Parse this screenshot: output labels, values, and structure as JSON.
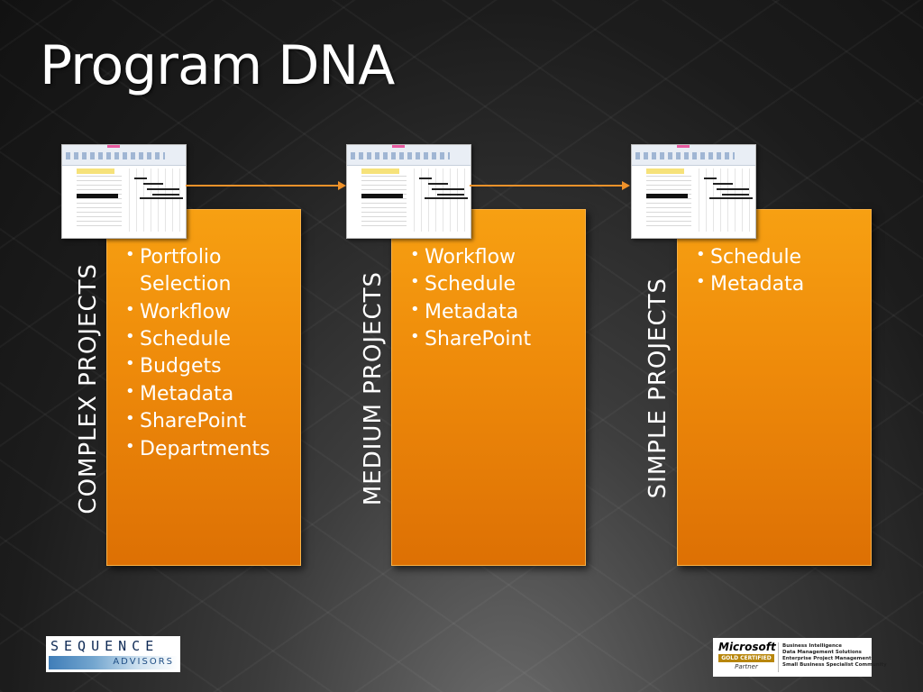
{
  "slide": {
    "title": "Program DNA"
  },
  "columns": [
    {
      "label": "COMPLEX PROJECTS",
      "items": [
        "Portfolio Selection",
        "Workflow",
        "Schedule",
        "Budgets",
        "Metadata",
        "SharePoint",
        "Departments"
      ]
    },
    {
      "label": "MEDIUM PROJECTS",
      "items": [
        "Workflow",
        "Schedule",
        "Metadata",
        "SharePoint"
      ]
    },
    {
      "label": "SIMPLE PROJECTS",
      "items": [
        "Schedule",
        "Metadata"
      ]
    }
  ],
  "footer": {
    "sequence_logo": {
      "name": "SEQUENCE",
      "sub": "ADVISORS"
    },
    "microsoft_logo": {
      "brand": "Microsoft",
      "badge": "GOLD CERTIFIED",
      "partner": "Partner",
      "competencies": [
        "Business Intelligence",
        "Data Management Solutions",
        "Enterprise Project Management",
        "Small Business Specialist Community"
      ]
    }
  },
  "colors": {
    "accent": "#f28c0f",
    "arrow": "#f0922a",
    "text": "#ffffff"
  },
  "icons": [
    "arrow-right-icon",
    "spreadsheet-thumbnail-icon"
  ]
}
